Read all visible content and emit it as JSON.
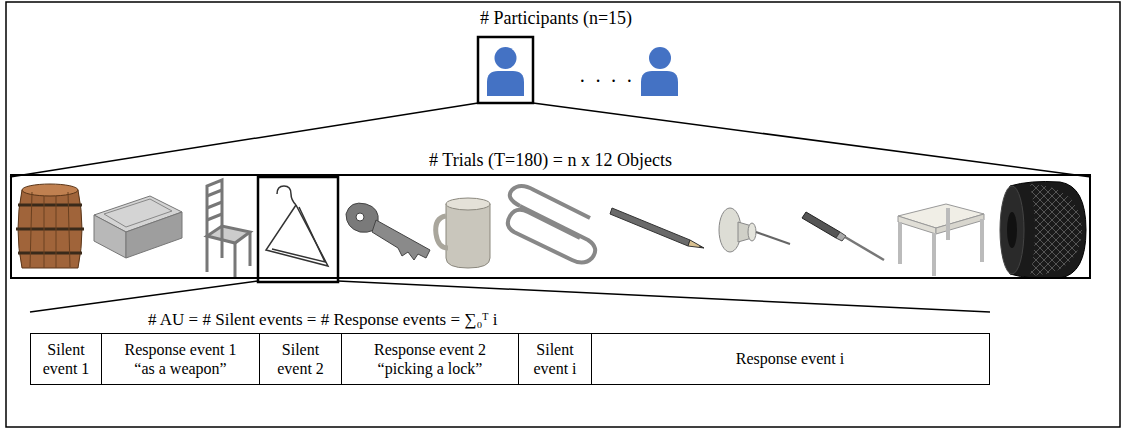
{
  "diagram": {
    "title": "# Participants (n=15)",
    "nodes": [
      {
        "text": [
          "# Trials (T=180) = n x 12 Objects"
        ]
      },
      {
        "text": [
          "# AU = # Silent events = # Response events = ∑₀ᵀ i"
        ]
      },
      {
        "text": [
          "Silent event 1"
        ],
        "in": 1
      },
      {
        "text": [
          "Response event 1",
          "“as a weapon”"
        ],
        "in": 1
      },
      {
        "text": [
          "Silent event 2"
        ],
        "in": 1
      },
      {
        "text": [
          "Response event 2",
          "“picking a lock”"
        ],
        "in": 1
      },
      {
        "text": [
          "Silent event i"
        ],
        "in": 1
      },
      {
        "text": [
          "Response event i"
        ],
        "in": 1
      }
    ],
    "labels": [
      "· · · ·"
    ]
  }
}
